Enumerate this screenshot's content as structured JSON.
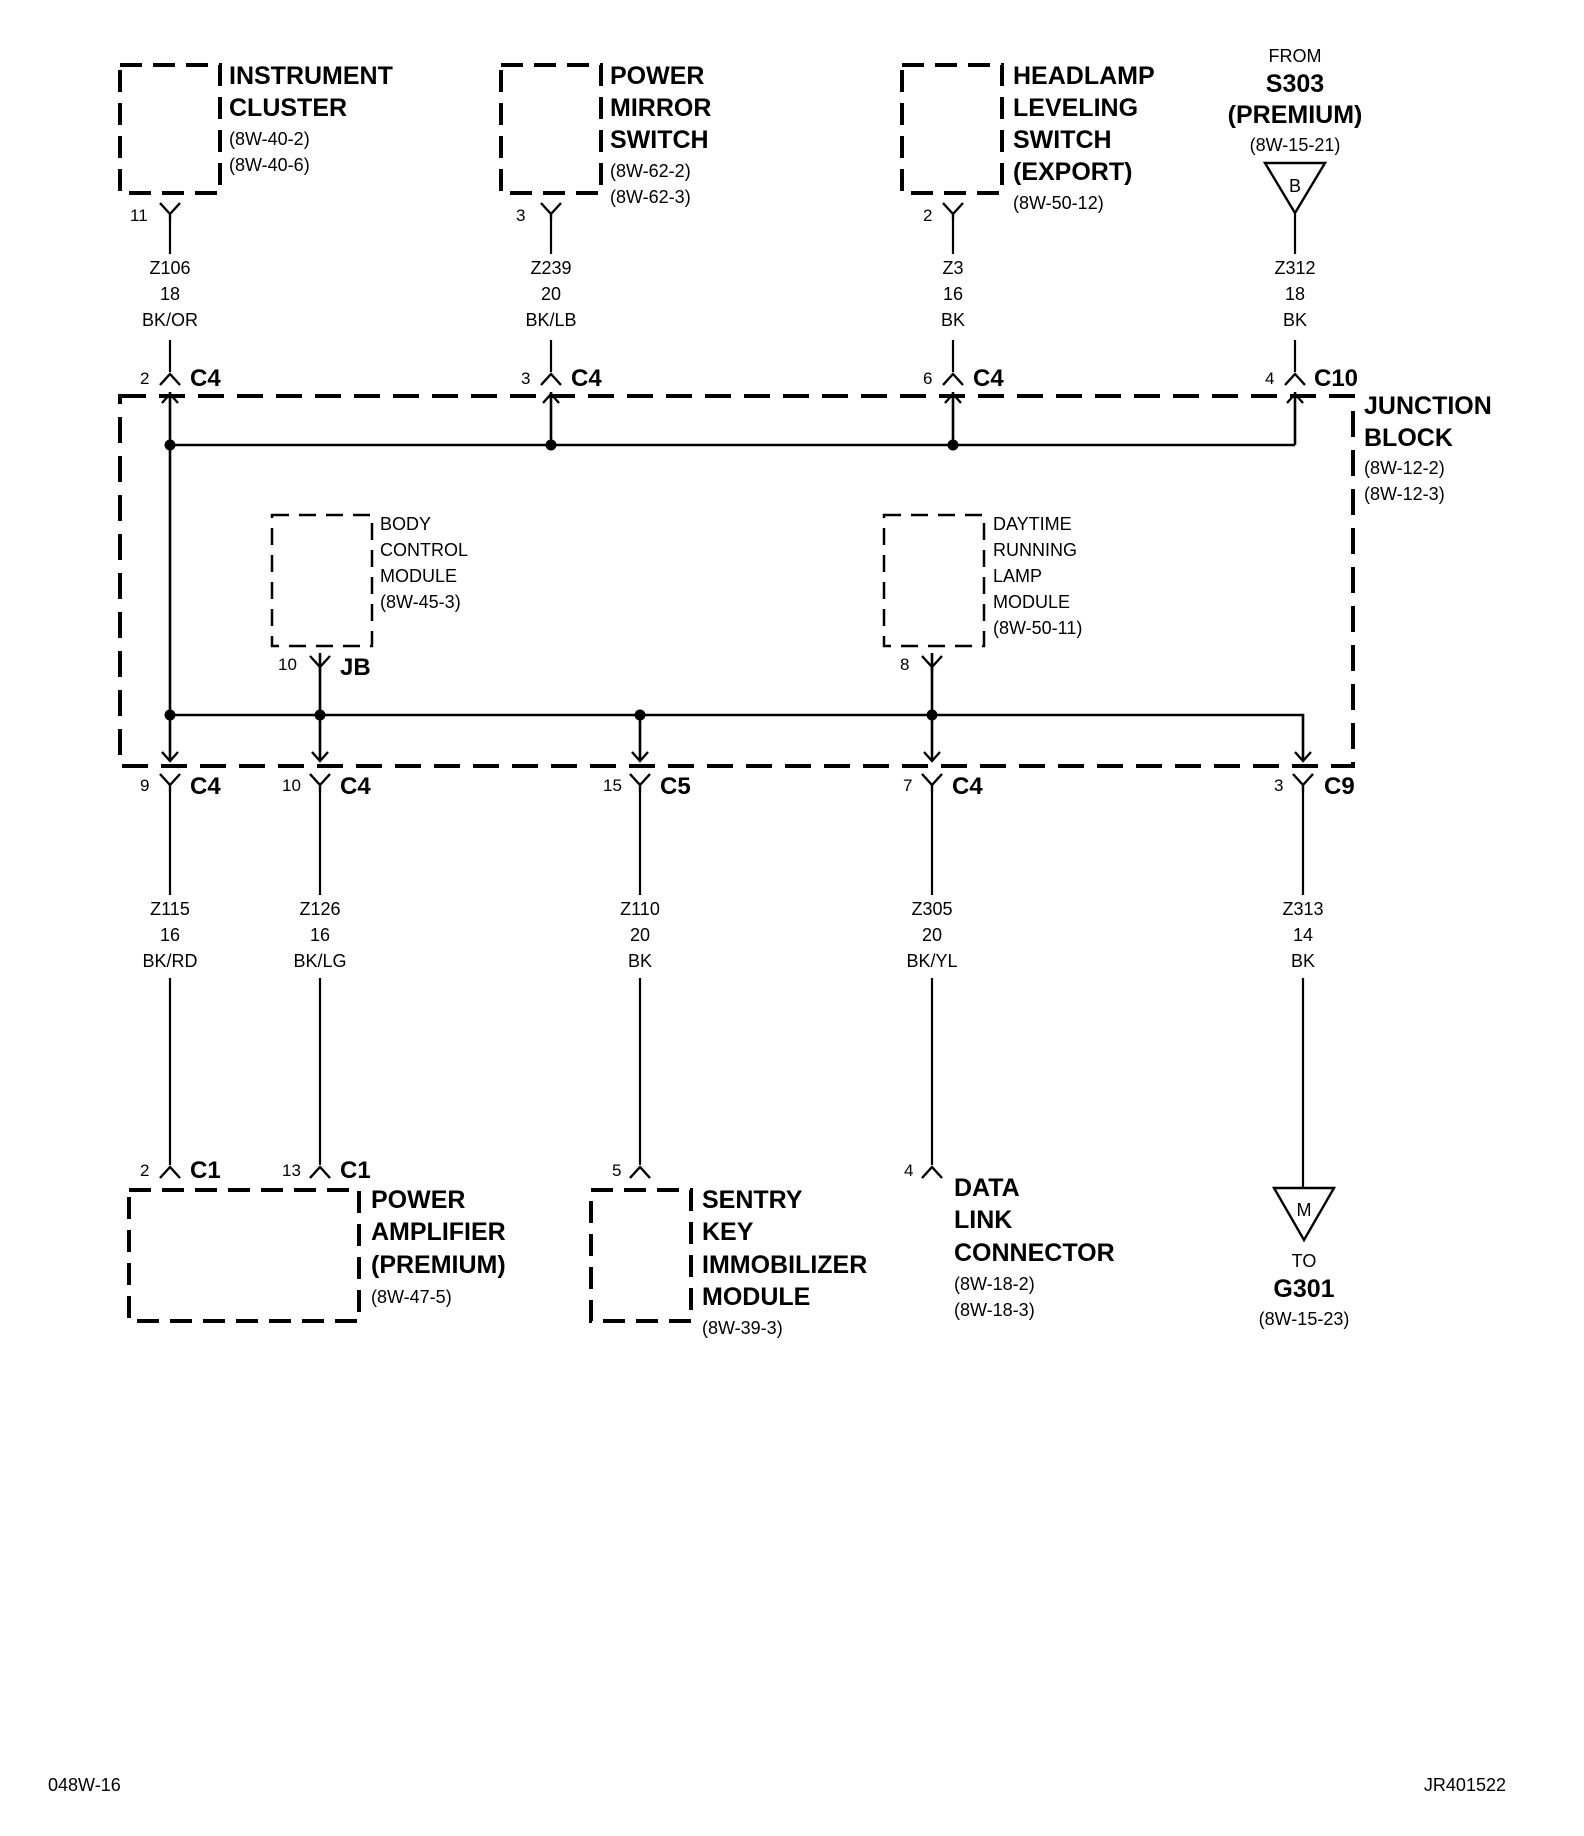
{
  "components": {
    "instrument_cluster": {
      "line1": "INSTRUMENT",
      "line2": "CLUSTER",
      "ref1": "(8W-40-2)",
      "ref2": "(8W-40-6)",
      "pin": "11"
    },
    "power_mirror_switch": {
      "line1": "POWER",
      "line2": "MIRROR",
      "line3": "SWITCH",
      "ref1": "(8W-62-2)",
      "ref2": "(8W-62-3)",
      "pin": "3"
    },
    "headlamp_leveling_switch": {
      "line1": "HEADLAMP",
      "line2": "LEVELING",
      "line3": "SWITCH",
      "line4": "(EXPORT)",
      "ref1": "(8W-50-12)",
      "pin": "2"
    },
    "from_s303": {
      "line1": "FROM",
      "line2": "S303",
      "line3": "(PREMIUM)",
      "ref1": "(8W-15-21)",
      "letter": "B"
    },
    "junction_block": {
      "line1": "JUNCTION",
      "line2": "BLOCK",
      "ref1": "(8W-12-2)",
      "ref2": "(8W-12-3)"
    },
    "body_control_module": {
      "line1": "BODY",
      "line2": "CONTROL",
      "line3": "MODULE",
      "ref1": "(8W-45-3)",
      "pin": "10",
      "conn": "JB"
    },
    "daytime_running_lamp_module": {
      "line1": "DAYTIME",
      "line2": "RUNNING",
      "line3": "LAMP",
      "line4": "MODULE",
      "ref1": "(8W-50-11)",
      "pin": "8"
    },
    "power_amplifier": {
      "line1": "POWER",
      "line2": "AMPLIFIER",
      "line3": "(PREMIUM)",
      "ref1": "(8W-47-5)"
    },
    "sentry_key_immobilizer": {
      "line1": "SENTRY",
      "line2": "KEY",
      "line3": "IMMOBILIZER",
      "line4": "MODULE",
      "ref1": "(8W-39-3)",
      "pin": "5"
    },
    "data_link_connector": {
      "line1": "DATA",
      "line2": "LINK",
      "line3": "CONNECTOR",
      "ref1": "(8W-18-2)",
      "ref2": "(8W-18-3)",
      "pin": "4"
    },
    "to_g301": {
      "line1": "TO",
      "line2": "G301",
      "ref1": "(8W-15-23)",
      "letter": "M"
    }
  },
  "wires_top": [
    {
      "circuit": "Z106",
      "gauge": "18",
      "color": "BK/OR",
      "jb_pin": "2",
      "jb_conn": "C4"
    },
    {
      "circuit": "Z239",
      "gauge": "20",
      "color": "BK/LB",
      "jb_pin": "3",
      "jb_conn": "C4"
    },
    {
      "circuit": "Z3",
      "gauge": "16",
      "color": "BK",
      "jb_pin": "6",
      "jb_conn": "C4"
    },
    {
      "circuit": "Z312",
      "gauge": "18",
      "color": "BK",
      "jb_pin": "4",
      "jb_conn": "C10"
    }
  ],
  "wires_bottom": [
    {
      "circuit": "Z115",
      "gauge": "16",
      "color": "BK/RD",
      "jb_pin": "9",
      "jb_conn": "C4",
      "end_pin": "2",
      "end_conn": "C1"
    },
    {
      "circuit": "Z126",
      "gauge": "16",
      "color": "BK/LG",
      "jb_pin": "10",
      "jb_conn": "C4",
      "end_pin": "13",
      "end_conn": "C1"
    },
    {
      "circuit": "Z110",
      "gauge": "20",
      "color": "BK",
      "jb_pin": "15",
      "jb_conn": "C5"
    },
    {
      "circuit": "Z305",
      "gauge": "20",
      "color": "BK/YL",
      "jb_pin": "7",
      "jb_conn": "C4"
    },
    {
      "circuit": "Z313",
      "gauge": "14",
      "color": "BK",
      "jb_pin": "3",
      "jb_conn": "C9"
    }
  ],
  "footer": {
    "left": "048W-16",
    "right": "JR401522"
  }
}
